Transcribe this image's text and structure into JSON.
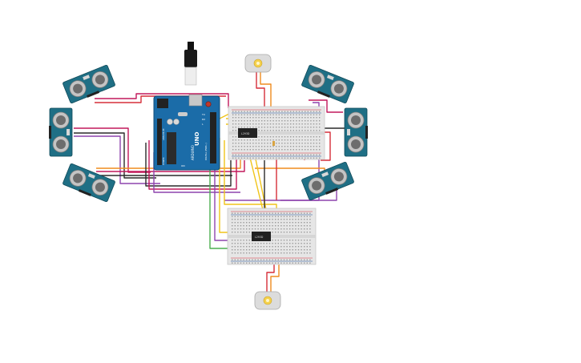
{
  "board": {
    "logo": "UNO",
    "brand": "ARDUINO",
    "tx_label": "TX",
    "rx_label": "RX",
    "l_label": "L",
    "on_label": "ON",
    "digital_label": "DIGITAL (PWM~)",
    "power_label": "POWER",
    "analog_label": "ANALOG IN"
  },
  "ic_top": {
    "label": "L293D"
  },
  "ic_bottom": {
    "label": "L293D"
  },
  "sensor_icon": "ultrasonic-sensor-icon",
  "motor_icon": "dc-motor-icon",
  "colors": {
    "wire_red": "#d62f3a",
    "wire_black": "#2a2a2a",
    "wire_yellow": "#f0c419",
    "wire_orange": "#f08c1e",
    "wire_green": "#4caf50",
    "wire_purple": "#8e44ad",
    "wire_pink": "#c2185b",
    "board_blue": "#1b6ca8",
    "sensor_teal": "#1f6f85",
    "breadboard": "#e6e6e6"
  }
}
